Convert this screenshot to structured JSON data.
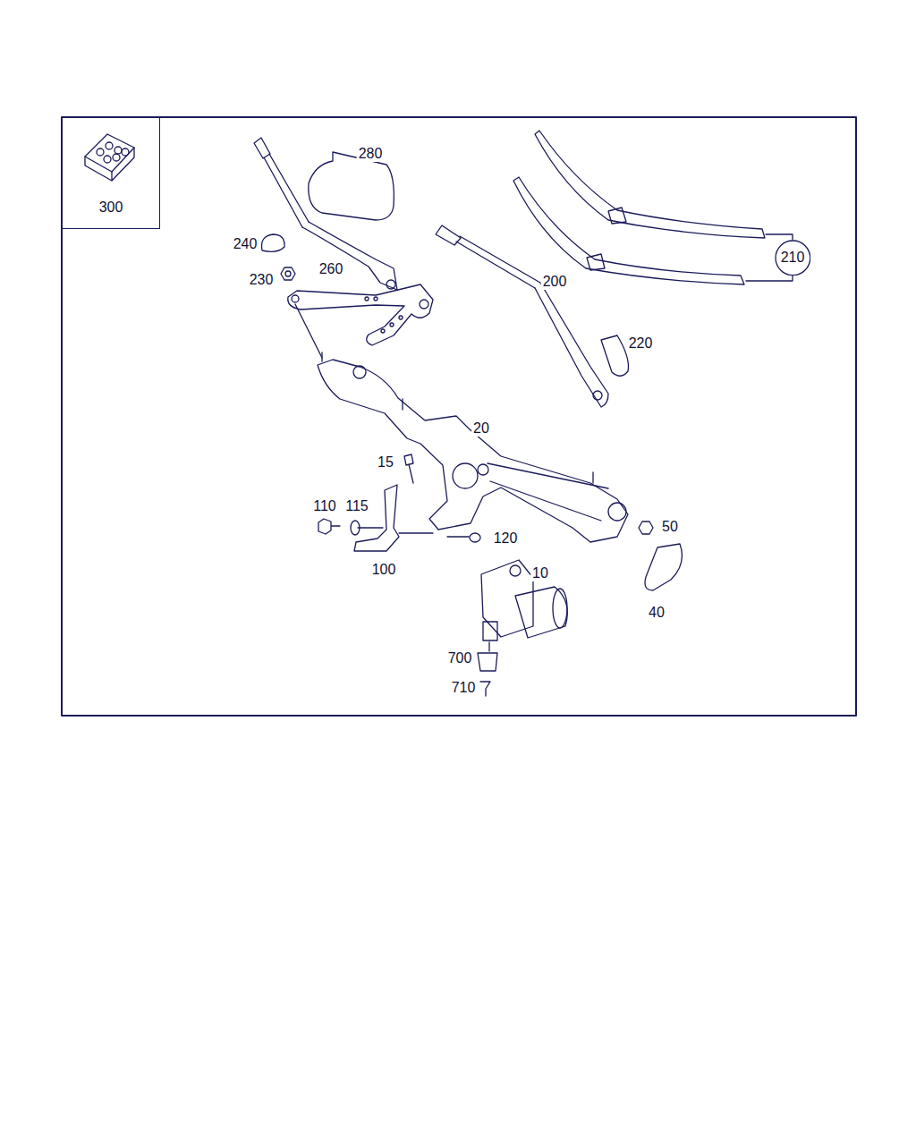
{
  "diagram": {
    "nodes": [
      {
        "text": [
          "300"
        ]
      },
      {
        "text": [
          "210"
        ]
      }
    ],
    "labels": [
      "280",
      "240",
      "230",
      "260",
      "200",
      "220",
      "20",
      "15",
      "110",
      "115",
      "120",
      "100",
      "10",
      "50",
      "40",
      "700",
      "710"
    ]
  }
}
